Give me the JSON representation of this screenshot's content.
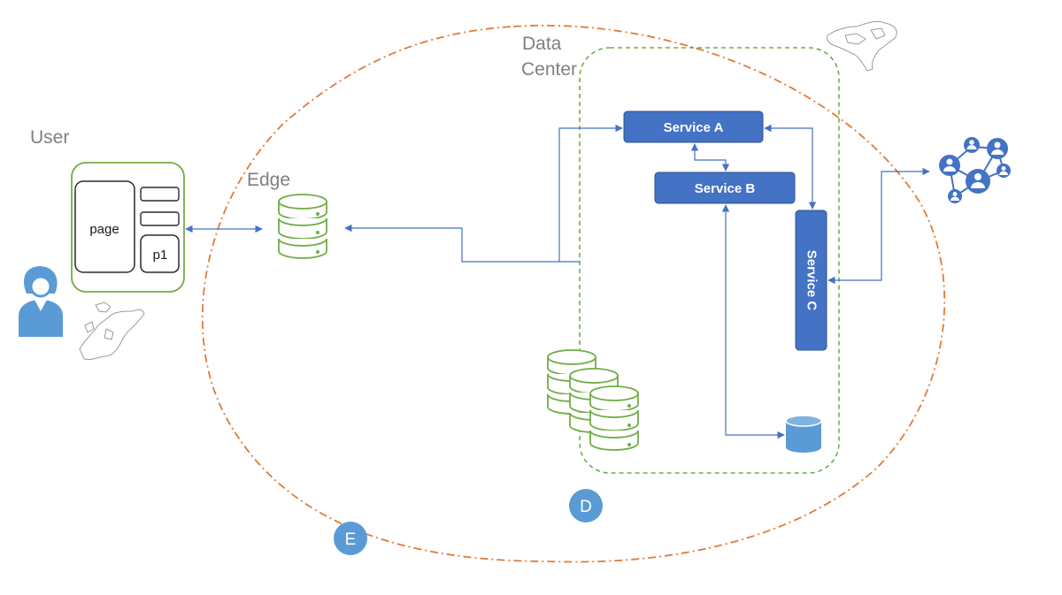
{
  "labels": {
    "user": "User",
    "edge": "Edge",
    "data_center_line1": "Data",
    "data_center_line2": "Center"
  },
  "browser": {
    "page_label": "page",
    "panel_label": "p1"
  },
  "services": {
    "a": "Service A",
    "b": "Service B",
    "c": "Service C"
  },
  "badges": {
    "d": "D",
    "e": "E"
  },
  "colors": {
    "edge_boundary": "#e07b39",
    "datacenter_boundary": "#70ad47",
    "service_fill": "#4472c4",
    "arrow": "#4472c4",
    "badge": "#5b9bd5",
    "user_icon": "#5b9bd5"
  },
  "icons": {
    "user": "person-icon",
    "edge_server": "server-stack-icon",
    "dc_servers": "server-stack-icon",
    "db": "database-icon",
    "network": "social-network-icon",
    "map_europe": "europe-map-icon",
    "map_america": "north-america-map-icon"
  }
}
